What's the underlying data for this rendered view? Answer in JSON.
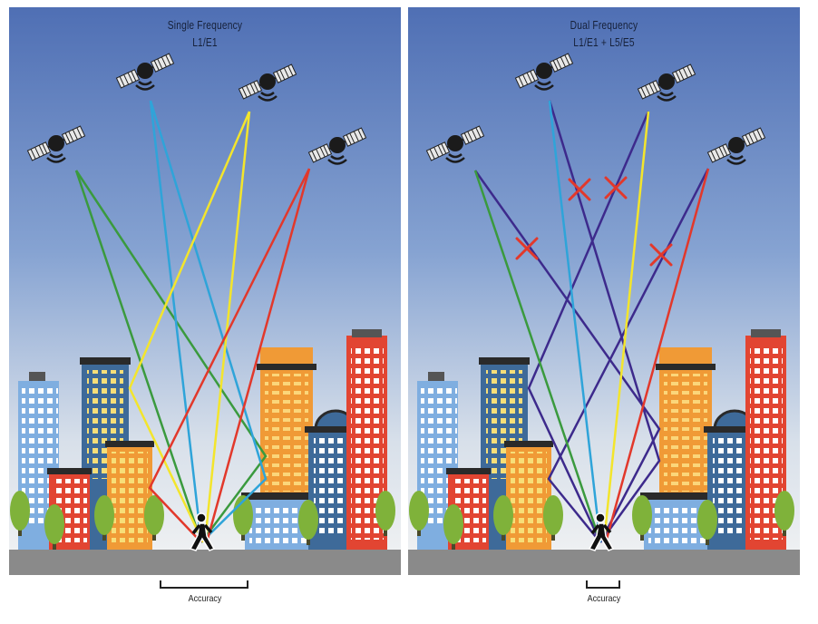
{
  "left_panel": {
    "title_line1": "Single Frequency",
    "title_line2": "L1/E1",
    "accuracy_label": "Accuracy",
    "signal_colors": [
      "#3a9a3e",
      "#2fa4d9",
      "#f3e52c",
      "#e2382b"
    ]
  },
  "right_panel": {
    "title_line1": "Dual Frequency",
    "title_line2": "L1/E1 + L5/E5",
    "accuracy_label": "Accuracy",
    "signal_colors": [
      "#3a9a3e",
      "#2fa4d9",
      "#f3e52c",
      "#e2382b"
    ],
    "multipath_color": "#3d2a8c",
    "rejected_marker_color": "#e2382b"
  }
}
